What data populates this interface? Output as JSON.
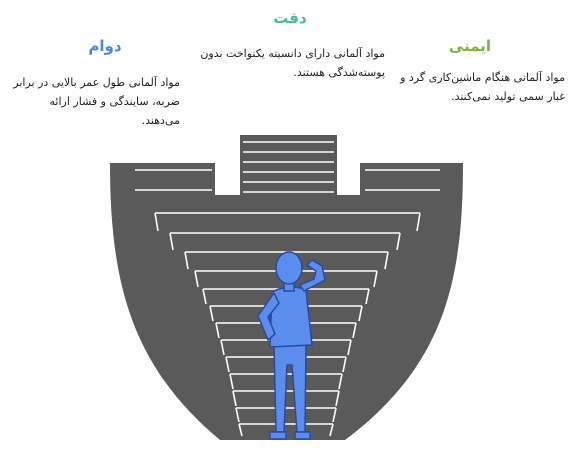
{
  "colors": {
    "top": "#3dbf9c",
    "left": "#4a88d8",
    "right": "#7cb342",
    "stairs": "#5a5a5a",
    "step_line": "#ffffff",
    "figure": "#5b8def",
    "figure_outline": "#2a4a9f"
  },
  "labels": {
    "top": {
      "title": "دقت",
      "text": "مواد آلمانی دارای دانسیته یکنواخت بدون پوسته‌شدگی هستند."
    },
    "left": {
      "title": "دوام",
      "text": "مواد آلمانی طول عمر بالایی در برابر ضربه، سایندگی و فشار ارائه می‌دهند."
    },
    "right": {
      "title": "ایمنی",
      "text": "مواد آلمانی هنگام ماشین‌کاری گرد و غبار سمی تولید نمی‌کنند."
    }
  },
  "icons": [
    "stairs-icon",
    "thinking-person-icon"
  ]
}
